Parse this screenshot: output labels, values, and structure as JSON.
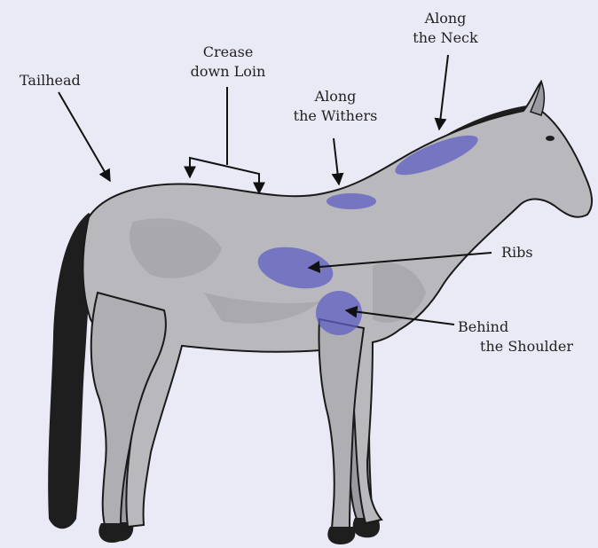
{
  "labels": {
    "tailhead": [
      "Tailhead"
    ],
    "loin": [
      "Crease",
      "down Loin"
    ],
    "withers": [
      "Along",
      "the Withers"
    ],
    "neck": [
      "Along",
      "the Neck"
    ],
    "ribs": [
      "Ribs"
    ],
    "shoulder": [
      "Behind",
      "the Shoulder"
    ]
  },
  "colors": {
    "background": "#eaeaf7",
    "coat": "#b9b9bd",
    "coat_dark": "#8c8c92",
    "mane_tail": "#1e1e1e",
    "highlight": "#5f5fc4"
  }
}
